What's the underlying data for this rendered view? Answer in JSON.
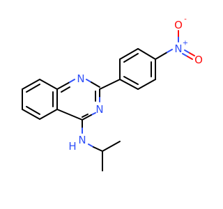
{
  "molecule": {
    "atoms": {
      "n_ring_top": "N",
      "n_ring_bottom": "N",
      "n_amine": "N",
      "h_amine": "H",
      "n_nitro": "N",
      "o_top": "O",
      "o_right": "O",
      "plus": "+",
      "minus": "-"
    },
    "colors": {
      "bond": "#000000",
      "nitrogen": "#3050F8",
      "oxygen": "#FF0D0D"
    }
  }
}
